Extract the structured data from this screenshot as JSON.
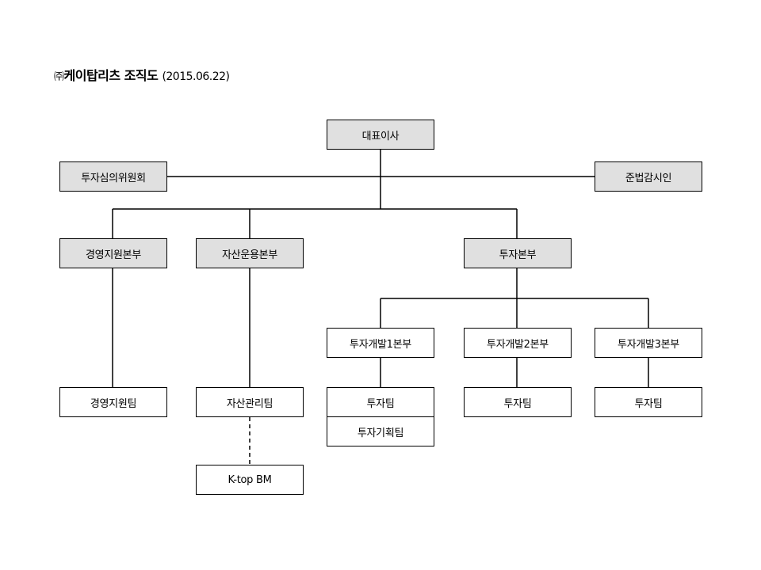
{
  "title": {
    "corp": "㈜",
    "name": "케이탑리츠 조직도",
    "date": "(2015.06.22)"
  },
  "nodes": {
    "ceo": "대표이사",
    "investment_committee": "투자심의위원회",
    "compliance_officer": "준법감시인",
    "management_support_division": "경영지원본부",
    "asset_management_division": "자산운용본부",
    "investment_division": "투자본부",
    "investment_dev_1_division": "투자개발1본부",
    "investment_dev_2_division": "투자개발2본부",
    "investment_dev_3_division": "투자개발3본부",
    "management_support_team": "경영지원팀",
    "asset_management_team": "자산관리팀",
    "ktop_bm": "K-top BM",
    "investment_team_1": "투자팀",
    "investment_planning_team": "투자기획팀",
    "investment_team_2": "투자팀",
    "investment_team_3": "투자팀"
  }
}
